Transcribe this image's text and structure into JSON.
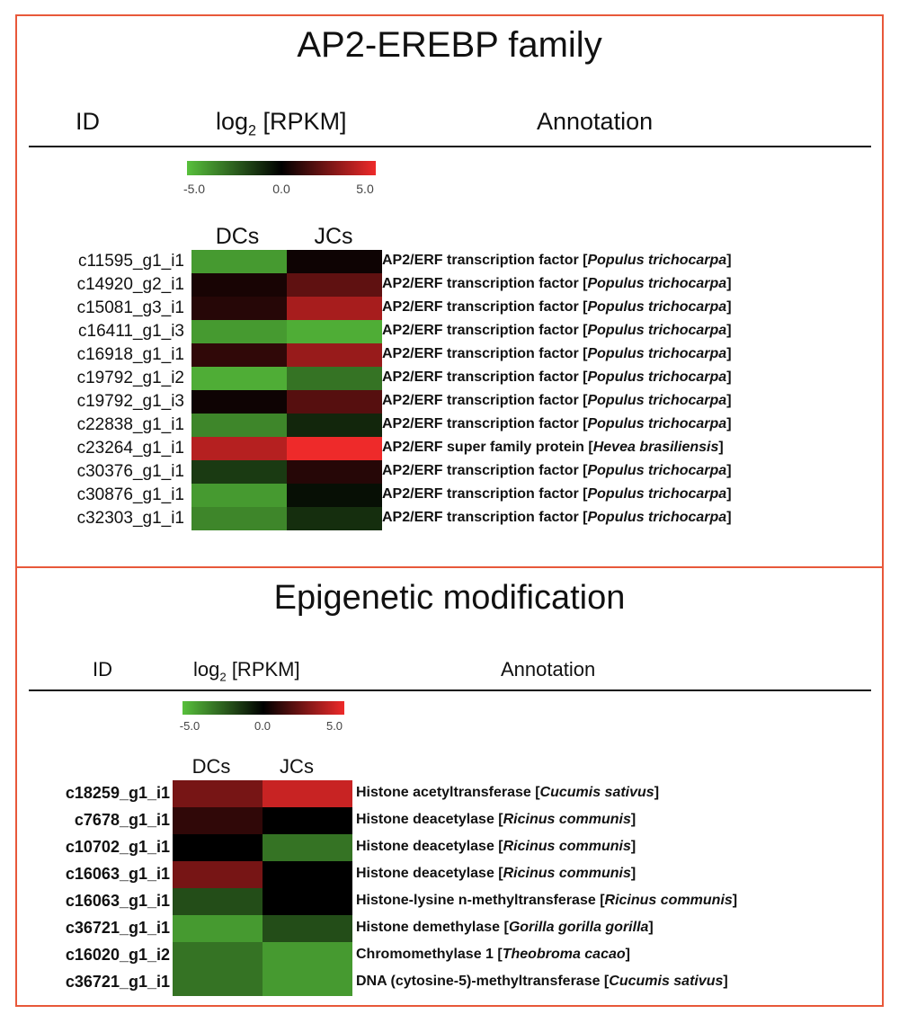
{
  "panels": [
    {
      "title": "AP2-EREBP family",
      "header": {
        "id": "ID",
        "scale_main": "log",
        "scale_sub": "2",
        "scale_rest": " [RPKM]",
        "annotation": "Annotation"
      },
      "legend": {
        "ticks": [
          "-5.0",
          "0.0",
          "5.0"
        ],
        "colors": [
          "#58c03c",
          "#000000",
          "#ee2a2a"
        ]
      },
      "columns": [
        "DCs",
        "JCs"
      ],
      "rows": [
        {
          "id": "c11595_g1_i1",
          "annotation_prefix": "AP2/ERF transcription factor [",
          "annotation_species": "Populus trichocarpa",
          "annotation_suffix": "]"
        },
        {
          "id": "c14920_g2_i1",
          "annotation_prefix": "AP2/ERF transcription factor [",
          "annotation_species": "Populus trichocarpa",
          "annotation_suffix": "]"
        },
        {
          "id": "c15081_g3_i1",
          "annotation_prefix": "AP2/ERF transcription factor [",
          "annotation_species": "Populus trichocarpa",
          "annotation_suffix": "]"
        },
        {
          "id": "c16411_g1_i3",
          "annotation_prefix": "AP2/ERF transcription factor [",
          "annotation_species": "Populus trichocarpa",
          "annotation_suffix": "]"
        },
        {
          "id": "c16918_g1_i1",
          "annotation_prefix": "AP2/ERF transcription factor [",
          "annotation_species": "Populus trichocarpa",
          "annotation_suffix": "]"
        },
        {
          "id": "c19792_g1_i2",
          "annotation_prefix": "AP2/ERF transcription factor [",
          "annotation_species": "Populus trichocarpa",
          "annotation_suffix": "]"
        },
        {
          "id": "c19792_g1_i3",
          "annotation_prefix": "AP2/ERF transcription factor [",
          "annotation_species": "Populus trichocarpa",
          "annotation_suffix": "]"
        },
        {
          "id": "c22838_g1_i1",
          "annotation_prefix": "AP2/ERF transcription factor [",
          "annotation_species": "Populus trichocarpa",
          "annotation_suffix": "]"
        },
        {
          "id": "c23264_g1_i1",
          "annotation_prefix": "AP2/ERF super family protein [",
          "annotation_species": "Hevea brasiliensis",
          "annotation_suffix": "]"
        },
        {
          "id": "c30376_g1_i1",
          "annotation_prefix": "AP2/ERF transcription factor [",
          "annotation_species": "Populus trichocarpa",
          "annotation_suffix": "]"
        },
        {
          "id": "c30876_g1_i1",
          "annotation_prefix": "AP2/ERF transcription factor [",
          "annotation_species": "Populus trichocarpa",
          "annotation_suffix": "]"
        },
        {
          "id": "c32303_g1_i1",
          "annotation_prefix": "AP2/ERF transcription factor [",
          "annotation_species": "Populus trichocarpa",
          "annotation_suffix": "]"
        }
      ]
    },
    {
      "title": "Epigenetic modification",
      "header": {
        "id": "ID",
        "scale_main": "log",
        "scale_sub": "2",
        "scale_rest": " [RPKM]",
        "annotation": "Annotation"
      },
      "legend": {
        "ticks": [
          "-5.0",
          "0.0",
          "5.0"
        ],
        "colors": [
          "#58c03c",
          "#000000",
          "#ee2a2a"
        ]
      },
      "columns": [
        "DCs",
        "JCs"
      ],
      "rows": [
        {
          "id": "c18259_g1_i1",
          "annotation_prefix": "Histone acetyltransferase [",
          "annotation_species": "Cucumis sativus",
          "annotation_suffix": "]"
        },
        {
          "id": "c7678_g1_i1",
          "annotation_prefix": "Histone deacetylase [",
          "annotation_species": "Ricinus communis",
          "annotation_suffix": "]"
        },
        {
          "id": "c10702_g1_i1",
          "annotation_prefix": "Histone deacetylase [",
          "annotation_species": "Ricinus communis",
          "annotation_suffix": "]"
        },
        {
          "id": "c16063_g1_i1",
          "annotation_prefix": "Histone deacetylase [",
          "annotation_species": "Ricinus communis",
          "annotation_suffix": "]"
        },
        {
          "id": "c16063_g1_i1",
          "annotation_prefix": "Histone-lysine n-methyltransferase [",
          "annotation_species": "Ricinus communis",
          "annotation_suffix": "]"
        },
        {
          "id": "c36721_g1_i1",
          "annotation_prefix": "Histone demethylase [",
          "annotation_species": "Gorilla gorilla gorilla",
          "annotation_suffix": "]"
        },
        {
          "id": "c16020_g1_i2",
          "annotation_prefix": "Chromomethylase 1 [",
          "annotation_species": "Theobroma cacao",
          "annotation_suffix": "]"
        },
        {
          "id": "c36721_g1_i1",
          "annotation_prefix": "DNA (cytosine-5)-methyltransferase [",
          "annotation_species": "Cucumis sativus",
          "annotation_suffix": "]"
        }
      ]
    }
  ],
  "chart_data": [
    {
      "type": "heatmap",
      "title": "AP2-EREBP family",
      "colorbar_range": [
        -5.0,
        5.0
      ],
      "columns": [
        "DCs",
        "JCs"
      ],
      "rows": [
        "c11595_g1_i1",
        "c14920_g2_i1",
        "c15081_g3_i1",
        "c16411_g1_i3",
        "c16918_g1_i1",
        "c19792_g1_i2",
        "c19792_g1_i3",
        "c22838_g1_i1",
        "c23264_g1_i1",
        "c30376_g1_i1",
        "c30876_g1_i1",
        "c32303_g1_i1"
      ],
      "values": [
        [
          -4.0,
          0.3
        ],
        [
          0.5,
          2.0
        ],
        [
          0.8,
          3.5
        ],
        [
          -4.0,
          -4.5
        ],
        [
          1.0,
          3.2
        ],
        [
          -4.5,
          -3.0
        ],
        [
          0.3,
          1.8
        ],
        [
          -3.5,
          -1.0
        ],
        [
          3.8,
          5.0
        ],
        [
          -1.5,
          0.8
        ],
        [
          -4.0,
          -0.4
        ],
        [
          -3.5,
          -1.2
        ]
      ]
    },
    {
      "type": "heatmap",
      "title": "Epigenetic modification",
      "colorbar_range": [
        -5.0,
        5.0
      ],
      "columns": [
        "DCs",
        "JCs"
      ],
      "rows": [
        "c18259_g1_i1",
        "c7678_g1_i1",
        "c10702_g1_i1",
        "c16063_g1_i1",
        "c16063_g1_i1",
        "c36721_g1_i1",
        "c16020_g1_i2",
        "c36721_g1_i1"
      ],
      "values": [
        [
          2.5,
          4.2
        ],
        [
          1.0,
          0.0
        ],
        [
          0.0,
          -3.0
        ],
        [
          2.5,
          0.0
        ],
        [
          -2.0,
          0.0
        ],
        [
          -4.0,
          -2.0
        ],
        [
          -3.0,
          -4.0
        ],
        [
          -3.0,
          -4.0
        ]
      ]
    }
  ]
}
